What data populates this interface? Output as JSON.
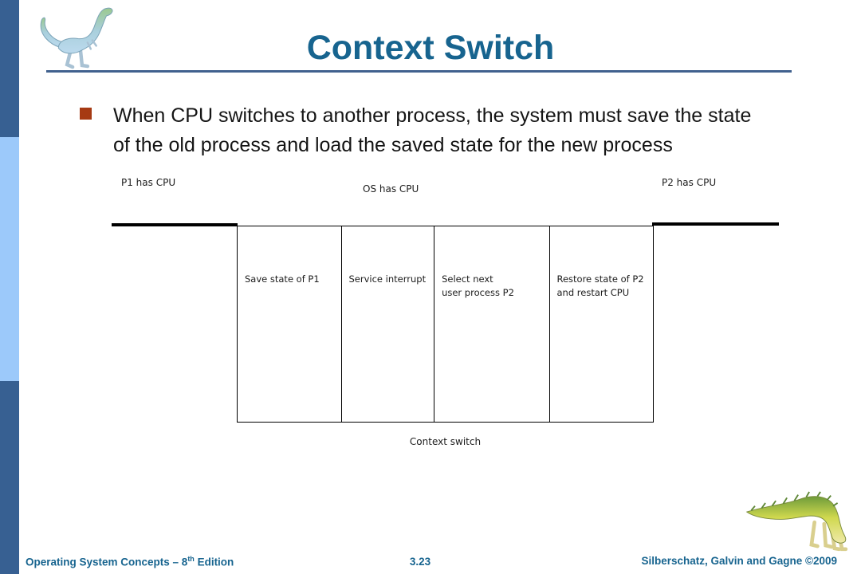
{
  "header": {
    "title": "Context Switch"
  },
  "bullet": {
    "line1": "When CPU switches to another process, the system must save the state",
    "line2": "of the old process and load the saved state for the new process"
  },
  "diagram": {
    "label_p1": "P1 has CPU",
    "label_os": "OS has CPU",
    "label_p2": "P2 has CPU",
    "boxes": [
      {
        "line1": "Save state of P1",
        "line2": ""
      },
      {
        "line1": "Service interrupt",
        "line2": ""
      },
      {
        "line1": "Select next",
        "line2": "user process P2"
      },
      {
        "line1": "Restore state of P2",
        "line2": "and restart CPU"
      }
    ],
    "caption": "Context switch"
  },
  "footer": {
    "book_prefix": "Operating System Concepts – 8",
    "book_sup": "th",
    "book_suffix": " Edition",
    "page_number": "3.23",
    "credits": "Silberschatz, Galvin and Gagne ©2009"
  },
  "images": {
    "top_left": "dinosaur-logo",
    "bottom_right": "dinosaur-art"
  },
  "colors": {
    "accent_blue": "#17648F",
    "sidebar_blue": "#376092",
    "sidebar_light_blue": "#9CC9FA",
    "bullet_red": "#A63A13",
    "line_black": "#000000"
  }
}
